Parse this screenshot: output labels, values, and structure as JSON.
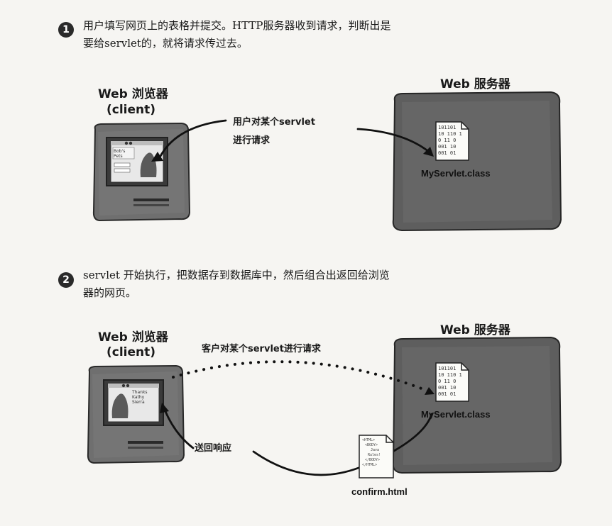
{
  "steps": [
    {
      "number": "1",
      "line1": "用户填写网页上的表格并提交。HTTP服务器收到请求，判断出是",
      "line2": "要给servlet的，就将请求传过去。"
    },
    {
      "number": "2",
      "line1": "servlet 开始执行，把数据存到数据库中，然后组合出返回给浏览",
      "line2": "器的网页。"
    }
  ],
  "panel1": {
    "browser_title": "Web 浏览器",
    "browser_subtitle": "(client)",
    "server_title": "Web 服务器",
    "request_label_line1": "用户对某个servlet",
    "request_label_line2": "进行请求",
    "window_text": [
      "Bob's",
      "Pets"
    ],
    "file_code": [
      "101101",
      "10 110 1",
      "0 11 0",
      "001 10",
      "001 01"
    ],
    "file_caption": "MyServlet.class"
  },
  "panel2": {
    "browser_title": "Web 浏览器",
    "browser_subtitle": "(client)",
    "server_title": "Web 服务器",
    "request_label": "客户对某个servlet进行请求",
    "response_label": "送回响应",
    "window_text": [
      "Thanks",
      "Kathy",
      "Sierra"
    ],
    "file_code": [
      "101101",
      "10 110 1",
      "0 11 0",
      "001 10",
      "001 01"
    ],
    "file_caption": "MyServlet.class",
    "html_lines": [
      "<HTML>",
      "<BODY>",
      "Java",
      "Rules!",
      "</BODY>",
      "</HTML>"
    ],
    "html_caption": "confirm.html"
  },
  "colors": {
    "background": "#f6f5f2",
    "box": "#6e6e6e",
    "box_dark": "#3c3c3c",
    "ink": "#111111"
  }
}
